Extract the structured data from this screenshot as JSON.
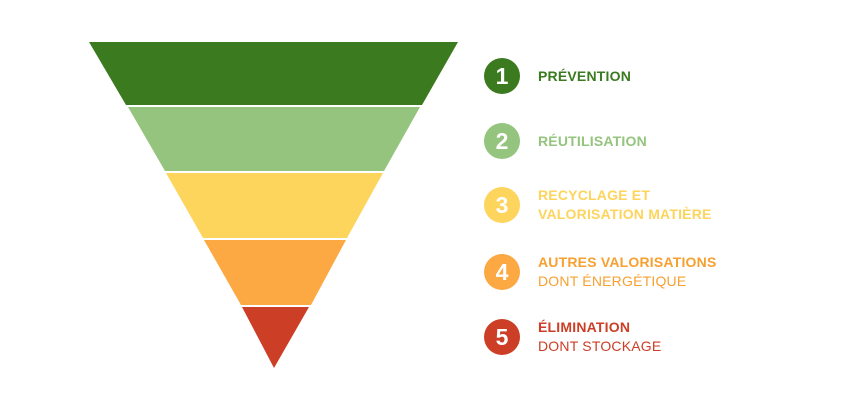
{
  "levels": [
    {
      "number": "1",
      "label": "PRÉVENTION",
      "label2": "",
      "color": "#3b7a1f",
      "bold2": true
    },
    {
      "number": "2",
      "label": "RÉUTILISATION",
      "label2": "",
      "color": "#94c47d",
      "bold2": true
    },
    {
      "number": "3",
      "label": "RECYCLAGE ET",
      "label2": "VALORISATION MATIÈRE",
      "color": "#fdd45c",
      "bold2": true
    },
    {
      "number": "4",
      "label": "AUTRES VALORISATIONS",
      "label2": "DONT ÉNERGÉTIQUE",
      "color": "#fca843",
      "bold2": false
    },
    {
      "number": "5",
      "label": "ÉLIMINATION",
      "label2": "DONT STOCKAGE",
      "color": "#cc3e25",
      "bold2": false
    }
  ],
  "label_colors": [
    "#3b7a1f",
    "#94c47d",
    "#fdd45c",
    "#f7a030",
    "#cc3e25"
  ]
}
